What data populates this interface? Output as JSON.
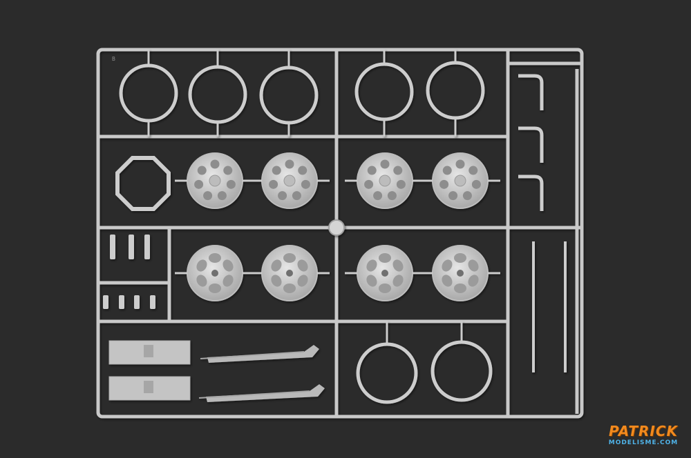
{
  "photo": {
    "subject": "Plastic model kit sprue (grey parts tree)",
    "background_color": "#2b2b2b",
    "plastic_color": "#cfcfcf",
    "sprue_letter": "B"
  },
  "watermark": {
    "line1": "PATRICK",
    "line2": "MODELISME.COM",
    "colors": {
      "primary": "#f28a1e",
      "secondary": "#4fb3e8"
    }
  }
}
